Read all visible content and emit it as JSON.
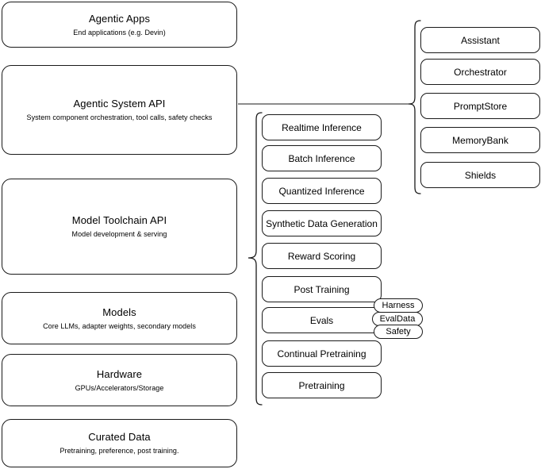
{
  "diagram": {
    "title": "Agentic stack layered architecture",
    "stroke_color": "#1a1a1a",
    "background_color": "#ffffff",
    "text_color": "#000000"
  },
  "stack_layers": [
    {
      "title": "Agentic Apps",
      "subtitle": "End applications (e.g. Devin)"
    },
    {
      "title": "Agentic System API",
      "subtitle": "System component orchestration, tool calls, safety checks"
    },
    {
      "title": "Model Toolchain API",
      "subtitle": "Model development & serving"
    },
    {
      "title": "Models",
      "subtitle": "Core LLMs, adapter weights, secondary models"
    },
    {
      "title": "Hardware",
      "subtitle": "GPUs/Accelerators/Storage"
    },
    {
      "title": "Curated Data",
      "subtitle": "Pretraining, preference, post training."
    }
  ],
  "toolchain_capabilities": [
    {
      "label": "Realtime Inference"
    },
    {
      "label": "Batch Inference"
    },
    {
      "label": "Quantized Inference"
    },
    {
      "label": "Synthetic Data Generation"
    },
    {
      "label": "Reward Scoring"
    },
    {
      "label": "Post Training"
    },
    {
      "label": "Evals"
    },
    {
      "label": "Continual Pretraining"
    },
    {
      "label": "Pretraining"
    }
  ],
  "evals_tags": [
    {
      "label": "Harness"
    },
    {
      "label": "EvalData"
    },
    {
      "label": "Safety"
    }
  ],
  "agentic_system_components": [
    {
      "label": "Assistant"
    },
    {
      "label": "Orchestrator"
    },
    {
      "label": "PromptStore"
    },
    {
      "label": "MemoryBank"
    },
    {
      "label": "Shields"
    }
  ]
}
